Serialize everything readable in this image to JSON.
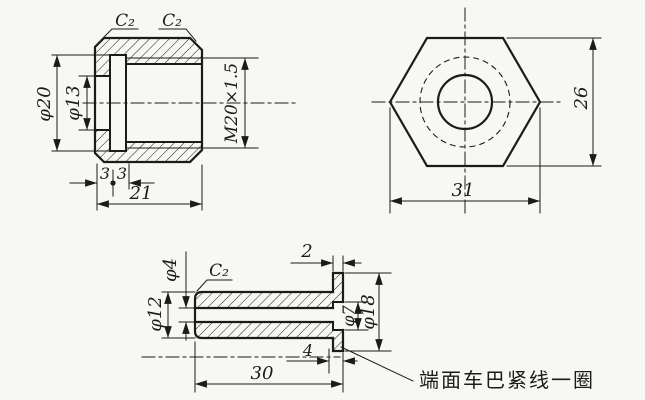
{
  "colors": {
    "ink": "#1b1b1b",
    "paper": "#f7f7f4"
  },
  "views": {
    "nut_section": {
      "chamfer_left": "C₂",
      "chamfer_right": "C₂",
      "outer_dia": "φ20",
      "bore_dia": "φ13",
      "thread_spec": "M20×1.5",
      "wall_width": "3",
      "groove_width": "3",
      "length": "21"
    },
    "nut_end": {
      "across_flats": "26",
      "across_width": "31"
    },
    "bushing_section": {
      "bore_dia": "φ4",
      "outer_dia": "φ12",
      "chamfer": "C₂",
      "flange_width": "2",
      "counterbore_dia": "φ7",
      "flange_dia": "φ18",
      "counterbore_depth": "4",
      "length": "30",
      "note": "端面车巴紧线一圈"
    }
  }
}
